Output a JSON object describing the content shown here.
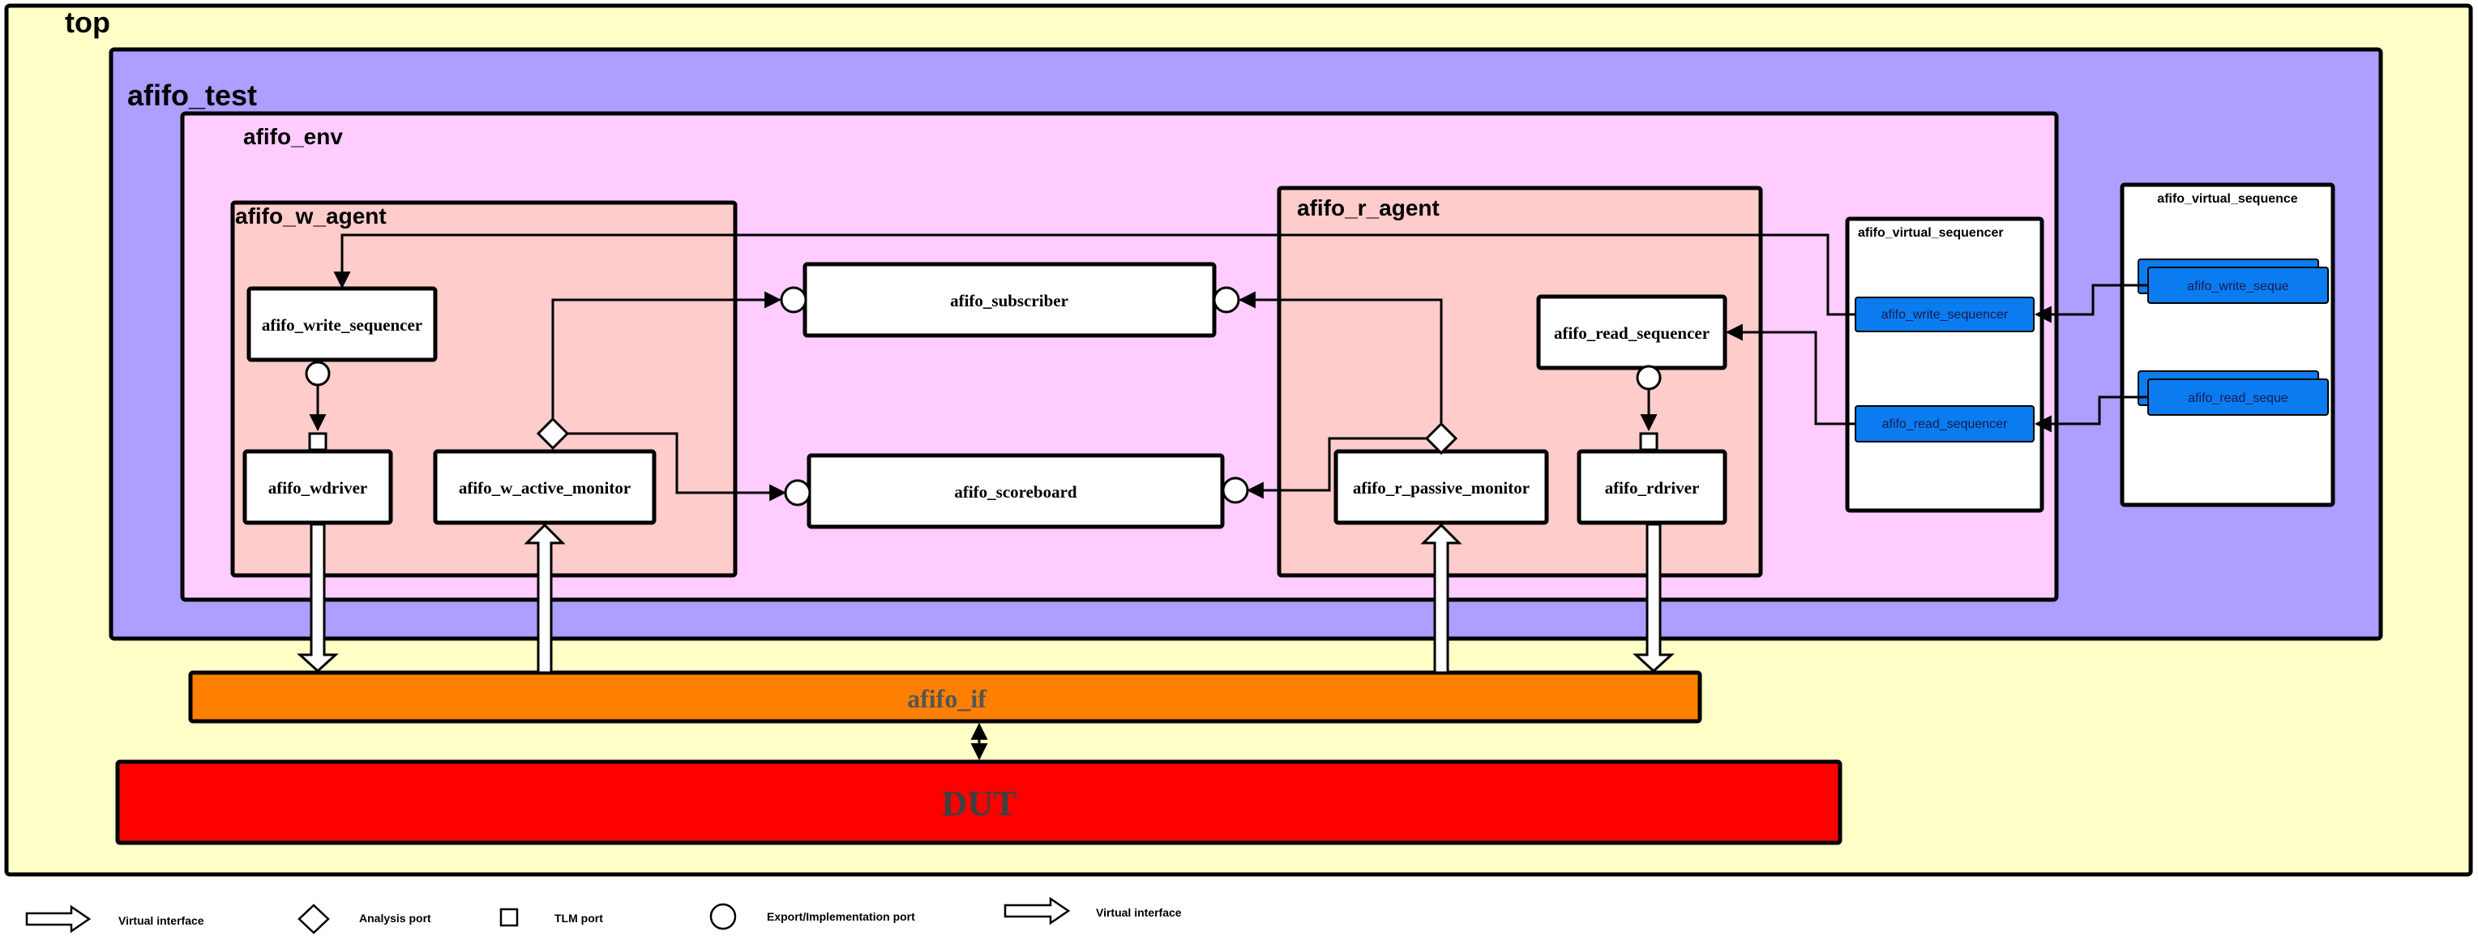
{
  "labels": {
    "top": "top",
    "test": "afifo_test",
    "env": "afifo_env",
    "w_agent": "afifo_w_agent",
    "r_agent": "afifo_r_agent",
    "write_sequencer": "afifo_write_sequencer",
    "wdriver": "afifo_wdriver",
    "w_active_monitor": "afifo_w_active_monitor",
    "subscriber": "afifo_subscriber",
    "scoreboard": "afifo_scoreboard",
    "read_sequencer": "afifo_read_sequencer",
    "r_passive_monitor": "afifo_r_passive_monitor",
    "rdriver": "afifo_rdriver",
    "virtual_sequencer": "afifo_virtual_sequencer",
    "vs_write_sequencer": "afifo_write_sequencer",
    "vs_read_sequencer": "afifo_read_sequencer",
    "virtual_sequence": "afifo_virtual_sequence",
    "write_seque": "afifo_write_seque",
    "read_seque": "afifo_read_seque",
    "interface": "afifo_if",
    "dut": "DUT"
  },
  "legend": {
    "virtual_interface_1": "Virtual interface",
    "analysis_port": "Analysis port",
    "tlm_port": "TLM port",
    "export_port": "Export/Implementation port",
    "virtual_interface_2": "Virtual interface"
  },
  "colors": {
    "top_bg": "#ffffc8",
    "test_bg": "#ad9eff",
    "env_bg": "#ffccff",
    "agent_bg": "#ffcccc",
    "sequencer_blue": "#0a7cf0",
    "interface_orange": "#ff8000",
    "dut_red": "#ff0000",
    "dut_text": "#404040",
    "if_text": "#555555"
  }
}
